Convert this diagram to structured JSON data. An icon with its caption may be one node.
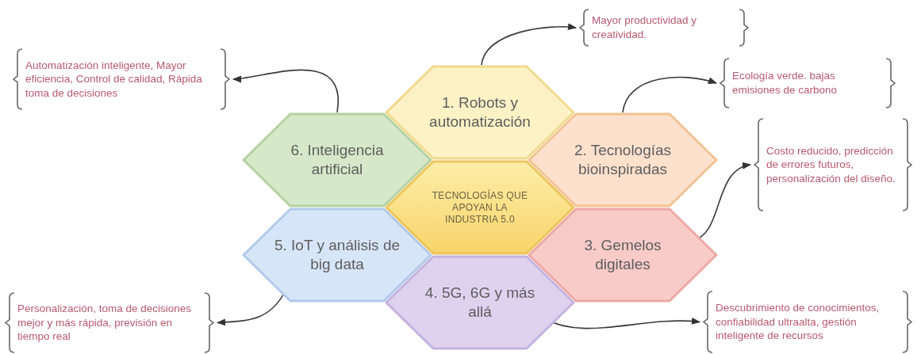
{
  "diagram": {
    "nodes": [
      {
        "text": [
          "Mayor productividad y creatividad."
        ]
      },
      {
        "text": [
          "Automatización inteligente, Mayor eficiencia, Control de calidad, Rápida toma de decisiones"
        ]
      },
      {
        "text": [
          "1. Robots y automatización"
        ]
      },
      {
        "text": [
          "Ecología verde. bajas emisiones de carbono"
        ]
      },
      {
        "text": [
          "6. Inteligencia artificial"
        ]
      },
      {
        "text": [
          "2. Tecnologías bioinspiradas"
        ]
      },
      {
        "text": [
          "TECNOLOGÍAS QUE APOYAN LA INDUSTRIA 5.0"
        ]
      },
      {
        "text": [
          "Costo reducido, predicción de errores futuros, personalización del diseño."
        ]
      },
      {
        "text": [
          "5. IoT y análisis de big data"
        ]
      },
      {
        "text": [
          "3. Gemelos digitales"
        ]
      },
      {
        "text": [
          "4. 5G, 6G y más allá"
        ]
      },
      {
        "text": [
          "Personalización, toma de decisiones mejor y más rápida, previsión en tiempo real"
        ]
      },
      {
        "text": [
          "Descubrimiento de conocimientos, confiabilidad ultraalta, gestión inteligente de recursos"
        ]
      }
    ],
    "edges": [
      {
        "from": 2,
        "to": 0,
        "arrow": "to"
      },
      {
        "from": 5,
        "to": 3,
        "arrow": "to"
      },
      {
        "from": 9,
        "to": 7,
        "arrow": "to"
      },
      {
        "from": 4,
        "to": 1,
        "arrow": "to"
      },
      {
        "from": 8,
        "to": 11,
        "arrow": "to"
      },
      {
        "from": 10,
        "to": 12,
        "arrow": "to"
      }
    ]
  }
}
